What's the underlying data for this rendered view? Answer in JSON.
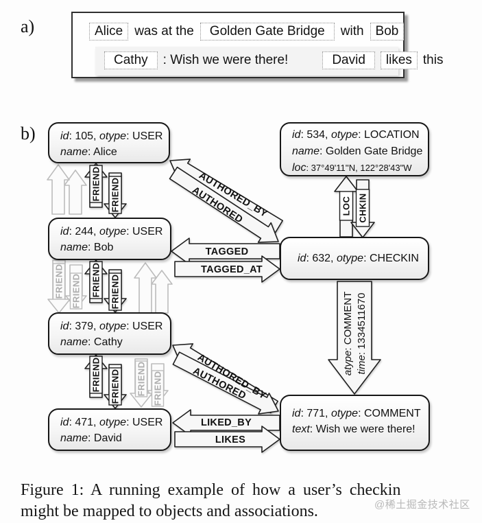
{
  "figure": {
    "label_a": "a)",
    "label_b": "b)",
    "caption_line1": "Figure 1:  A running example of how a user’s checkin",
    "caption_line2": "might be mapped to objects and associations.",
    "watermark": "@稀土掘金技术社区"
  },
  "post": {
    "t1": "Alice",
    "t2": "was at the",
    "t3": "Golden Gate Bridge",
    "t4": "with",
    "t5": "Bob",
    "c1": "Cathy",
    "c2": ": Wish we were there!",
    "c3": "David",
    "c4": "likes",
    "c5": "this"
  },
  "nodes": {
    "alice": {
      "k1": "id",
      "v1": ": 105, ",
      "k2": "otype",
      "v2": ": USER",
      "k3": "name",
      "v3": ": Alice"
    },
    "bob": {
      "k1": "id",
      "v1": ": 244, ",
      "k2": "otype",
      "v2": ": USER",
      "k3": "name",
      "v3": ": Bob"
    },
    "cathy": {
      "k1": "id",
      "v1": ": 379, ",
      "k2": "otype",
      "v2": ": USER",
      "k3": "name",
      "v3": ": Cathy"
    },
    "david": {
      "k1": "id",
      "v1": ": 471, ",
      "k2": "otype",
      "v2": ": USER",
      "k3": "name",
      "v3": ": David"
    },
    "location": {
      "k1": "id",
      "v1": ": 534, ",
      "k2": "otype",
      "v2": ": LOCATION",
      "k3": "name",
      "v3": ": Golden Gate Bridge",
      "k4": "loc",
      "v4": ": 37°49'11''N, 122°28'43\"W"
    },
    "checkin": {
      "k1": "id",
      "v1": ": 632, ",
      "k2": "otype",
      "v2": ": CHECKIN"
    },
    "comment": {
      "k1": "id",
      "v1": ": 771, ",
      "k2": "otype",
      "v2": ": COMMENT",
      "k3": "text",
      "v3": ": Wish we were there!"
    }
  },
  "edges": {
    "friend": "FRIEND",
    "authored_by": "AUTHORED_BY",
    "authored": "AUTHORED",
    "tagged": "TAGGED",
    "tagged_at": "TAGGED_AT",
    "loc": "LOC",
    "chkin": "CHKIN",
    "liked_by": "LIKED_BY",
    "likes": "LIKES",
    "comment_k1": "atype",
    "comment_v1": ": COMMENT",
    "comment_k2": "time",
    "comment_v2": ": 1334511670"
  }
}
